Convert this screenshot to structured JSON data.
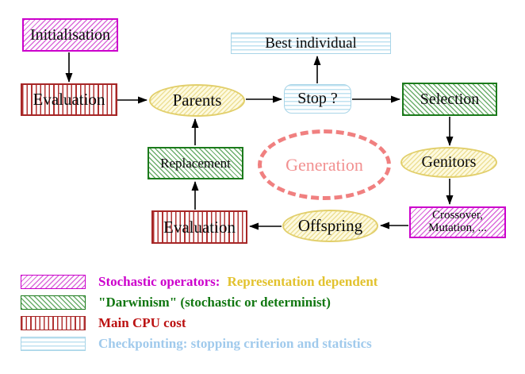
{
  "diagram": {
    "nodes": {
      "initialisation": "Initialisation",
      "evaluation_top": "Evaluation",
      "parents": "Parents",
      "best_individual": "Best individual",
      "stop": "Stop ?",
      "selection": "Selection",
      "replacement": "Replacement",
      "generation": "Generation",
      "genitors": "Genitors",
      "evaluation_bottom": "Evaluation",
      "offspring": "Offspring",
      "crossover_line1": "Crossover,",
      "crossover_line2": "Mutation, ..."
    },
    "legend": {
      "stochastic_label": "Stochastic operators:",
      "stochastic_value": "Representation dependent",
      "darwinism": "\"Darwinism\" (stochastic or determinist)",
      "cpu": "Main CPU cost",
      "checkpointing": "Checkpointing: stopping criterion and statistics"
    },
    "colors": {
      "magenta": "#CC00CC",
      "dark_red": "#B03030",
      "green": "#1B7A1B",
      "light_blue": "#A9D5E8",
      "yellow": "#E2CF6B",
      "salmon": "#F08080",
      "gold_text": "#E2C22E",
      "green_text": "#117711",
      "red_text": "#BB1111",
      "legend_blue_text": "#A0CAEC"
    }
  }
}
